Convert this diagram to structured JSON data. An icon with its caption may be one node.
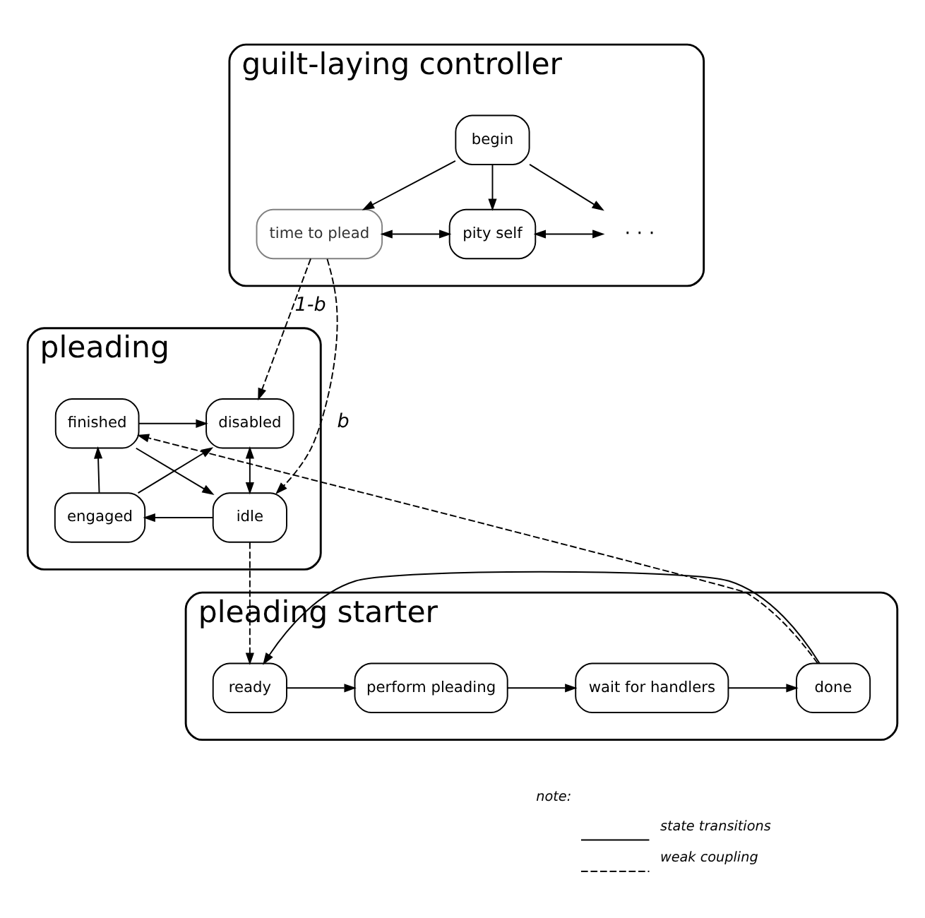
{
  "diagram": {
    "nodes": [
      {
        "text": [
          "guilt-laying controller"
        ]
      },
      {
        "text": [
          "begin"
        ],
        "in": 0
      },
      {
        "text": [
          "time to plead"
        ],
        "in": 0
      },
      {
        "text": [
          "pity self"
        ],
        "in": 0
      },
      {
        "text": [
          "· · ·"
        ],
        "in": 0
      },
      {
        "text": [
          "pleading"
        ]
      },
      {
        "text": [
          "disabled"
        ],
        "in": 5
      },
      {
        "text": [
          "finished"
        ],
        "in": 5
      },
      {
        "text": [
          "idle"
        ],
        "in": 5
      },
      {
        "text": [
          "engaged"
        ],
        "in": 5
      },
      {
        "text": [
          "pleading starter"
        ]
      },
      {
        "text": [
          "ready"
        ],
        "in": 10
      },
      {
        "text": [
          "perform pleading"
        ],
        "in": 10
      },
      {
        "text": [
          "wait for handlers"
        ],
        "in": 10
      },
      {
        "text": [
          "done"
        ],
        "in": 10
      }
    ],
    "edges": [
      {
        "from": 1,
        "to": 2,
        "arrow": "to"
      },
      {
        "from": 1,
        "to": 3,
        "arrow": "to"
      },
      {
        "from": 1,
        "to": 4,
        "arrow": "to"
      },
      {
        "from": 2,
        "to": 3,
        "arrow": "both"
      },
      {
        "from": 3,
        "to": 4,
        "arrow": "both"
      },
      {
        "from": 2,
        "to": 8,
        "arrow": "to",
        "style": "dashed",
        "label": "b"
      },
      {
        "from": 2,
        "to": 6,
        "arrow": "to",
        "style": "dashed",
        "label": "1-b"
      },
      {
        "from": 6,
        "to": 8,
        "arrow": "both"
      },
      {
        "from": 7,
        "to": 6,
        "arrow": "to"
      },
      {
        "from": 7,
        "to": 8,
        "arrow": "to"
      },
      {
        "from": 9,
        "to": 6,
        "arrow": "to"
      },
      {
        "from": 9,
        "to": 7,
        "arrow": "to"
      },
      {
        "from": 8,
        "to": 9,
        "arrow": "to"
      },
      {
        "from": 8,
        "to": 11,
        "arrow": "to",
        "style": "dashed"
      },
      {
        "from": 14,
        "to": 7,
        "arrow": "to",
        "style": "dashed"
      },
      {
        "from": 11,
        "to": 12,
        "arrow": "to"
      },
      {
        "from": 12,
        "to": 13,
        "arrow": "to"
      },
      {
        "from": 13,
        "to": 14,
        "arrow": "to"
      },
      {
        "from": 14,
        "to": 11,
        "arrow": "to"
      }
    ],
    "labels": [
      "note:"
    ],
    "legend": [
      {
        "text": "state transitions"
      },
      {
        "text": "weak coupling"
      }
    ]
  }
}
